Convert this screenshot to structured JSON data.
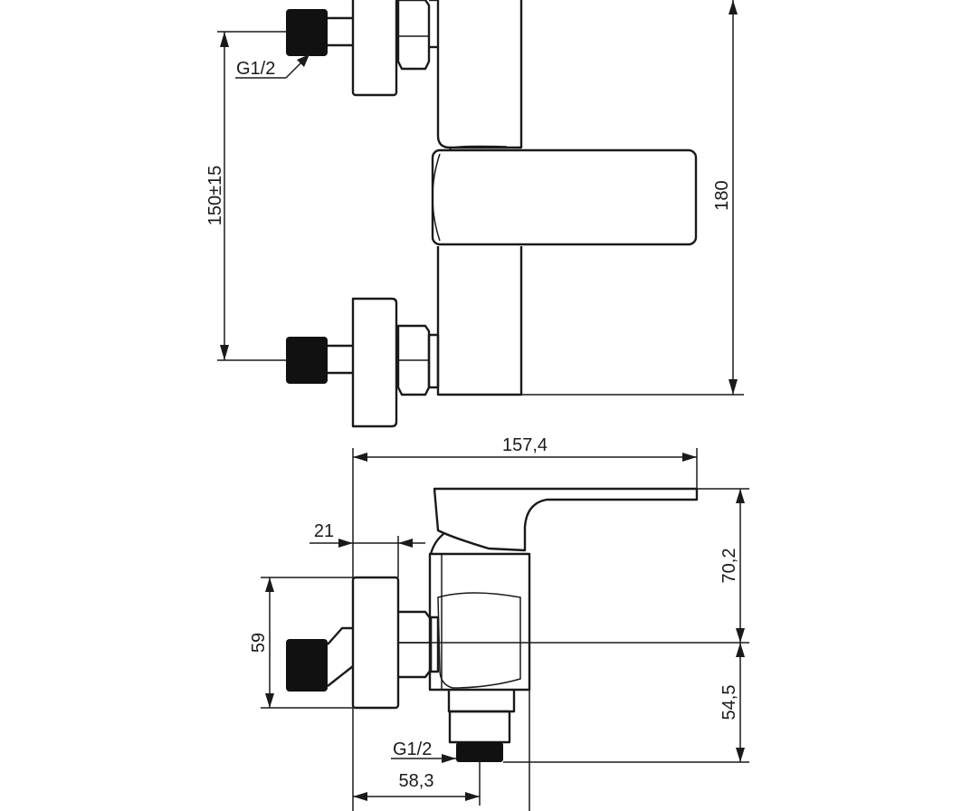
{
  "drawing": {
    "top_view": {
      "thread_label": "G1/2",
      "inlet_spacing": "150±15",
      "height": "180"
    },
    "side_view": {
      "overall_length": "157,4",
      "wall_offset": "21",
      "escutcheon_diameter": "59",
      "handle_height": "70,2",
      "outlet_height": "54,5",
      "outlet_thread_label": "G1/2",
      "outlet_distance": "58,3"
    }
  }
}
